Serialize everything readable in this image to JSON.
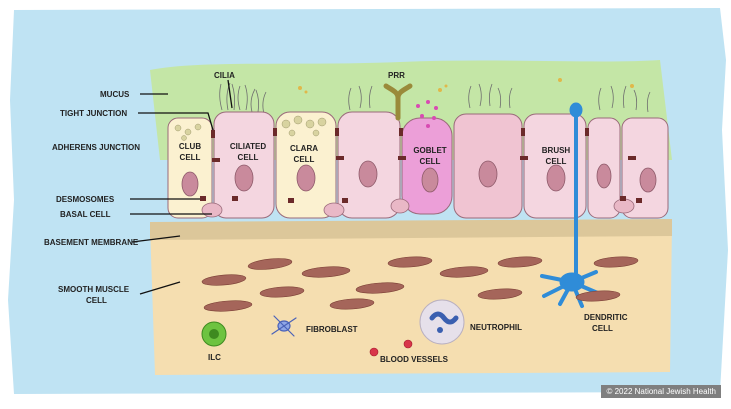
{
  "labels": {
    "mucus": "MUCUS",
    "tight_junction": "TIGHT JUNCTION",
    "adherens_junction": "ADHERENS JUNCTION",
    "desmosomes": "DESMOSOMES",
    "basal_cell": "BASAL CELL",
    "basement_membrane": "BASEMENT MEMBRANE",
    "smooth_muscle_1": "SMOOTH MUSCLE",
    "smooth_muscle_2": "CELL",
    "cilia": "CILIA",
    "prr": "PRR",
    "ilc": "ILC",
    "fibroblast": "FIBROBLAST",
    "blood_vessels": "BLOOD VESSELS",
    "neutrophil": "NEUTROPHIL",
    "dendritic_1": "DENDRITIC",
    "dendritic_2": "CELL"
  },
  "cells": [
    {
      "line1": "CLUB",
      "line2": "CELL"
    },
    {
      "line1": "CILIATED",
      "line2": "CELL"
    },
    {
      "line1": "CLARA",
      "line2": "CELL"
    },
    {
      "line1": "GOBLET",
      "line2": "CELL"
    },
    {
      "line1": "BRUSH",
      "line2": "CELL"
    }
  ],
  "copyright": "© 2022 National Jewish Health",
  "colors": {
    "sky": "#bfe3f3",
    "mucus": "#c4e6a6",
    "submucosa": "#f5deb0",
    "membrane": "#dcc79a",
    "cell_pink": "#f4d6e0",
    "cell_cream": "#fbf1d0",
    "goblet": "#ec9fd8",
    "dendritic": "#2f8cd8",
    "muscle": "#a5655a"
  }
}
